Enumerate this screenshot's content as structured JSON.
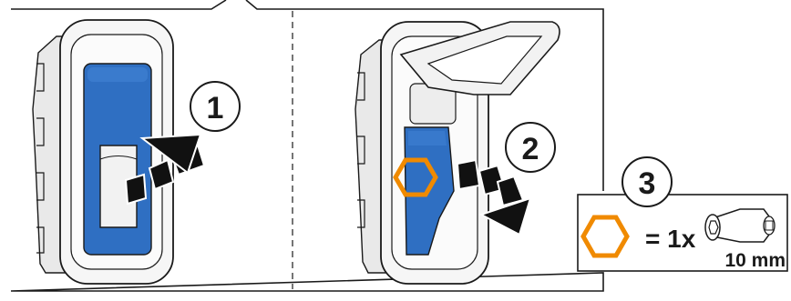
{
  "steps": [
    {
      "number": "1",
      "action": "press tab inward",
      "icon": "curved-arrow-icon"
    },
    {
      "number": "2",
      "action": "open flap outward",
      "icon": "curved-arrow-icon"
    },
    {
      "number": "3",
      "action": "hex fastener note",
      "icon": "hex-socket-icon"
    }
  ],
  "legend": {
    "equals_text": "= 1x",
    "tool_size": "10 mm",
    "hex_color": "#f08a00"
  },
  "colors": {
    "panel_blue": "#2f6fc2",
    "frame_white": "#f4f4f4",
    "outline": "#1a1a1a",
    "arrow_black": "#111111"
  }
}
